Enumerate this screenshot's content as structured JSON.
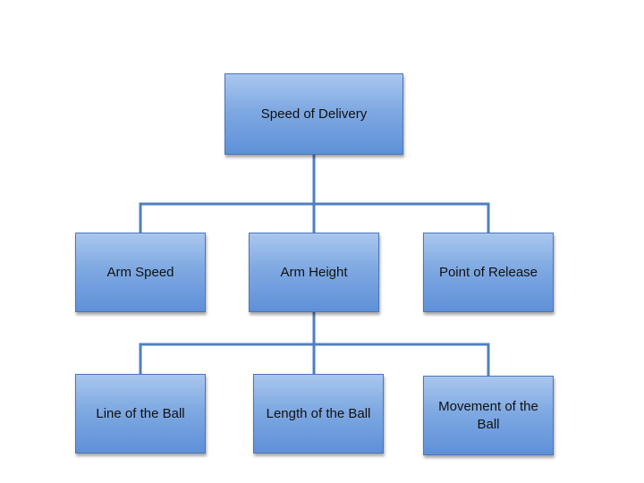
{
  "diagram": {
    "root": {
      "label": "Speed of Delivery"
    },
    "level1": [
      {
        "label": "Arm Speed"
      },
      {
        "label": "Arm Height"
      },
      {
        "label": "Point of Release"
      }
    ],
    "level2": [
      {
        "label": "Line of the Ball"
      },
      {
        "label": "Length of the Ball"
      },
      {
        "label": "Movement of the Ball"
      }
    ]
  },
  "colors": {
    "box_fill_top": "#a9c7ee",
    "box_fill_bottom": "#5f90d8",
    "box_border": "#4a76b8",
    "connector": "#4f7fc0"
  }
}
